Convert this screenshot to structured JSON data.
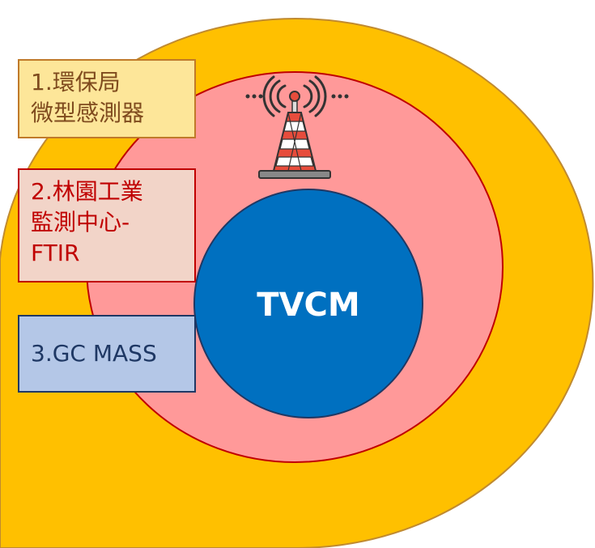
{
  "diagram": {
    "outer_layer_color": "#ffc000",
    "middle_layer_color": "#ff9999",
    "inner_layer_color": "#0070c0",
    "center_label": "TVCM",
    "tower_icon": "radio-tower-icon",
    "labels": [
      {
        "lines": [
          "1.環保局",
          "微型感測器"
        ]
      },
      {
        "lines": [
          "2.林園工業",
          "監測中心-",
          "FTIR"
        ]
      },
      {
        "lines": [
          "3.GC MASS"
        ]
      }
    ]
  }
}
